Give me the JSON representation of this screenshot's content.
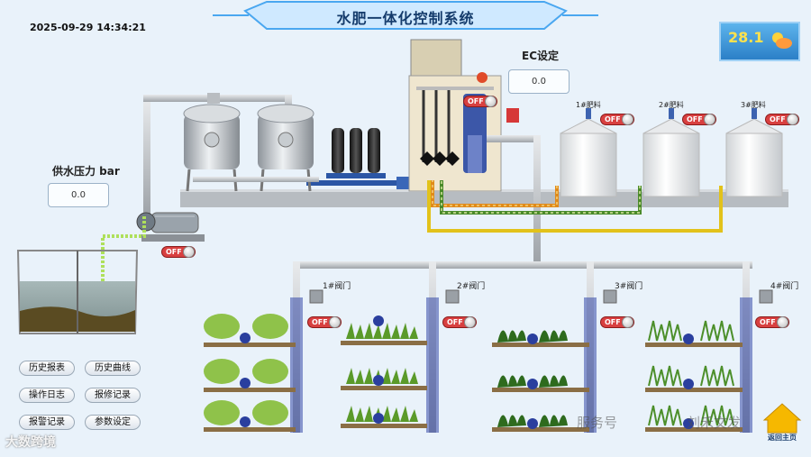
{
  "header": {
    "title": "水肥一体化控制系统",
    "datetime": "2025-09-29 14:34:21"
  },
  "weather": {
    "temperature": "28.1",
    "icon": "cloud-sun-icon"
  },
  "ec": {
    "label": "EC设定",
    "value": "0.0"
  },
  "pressure": {
    "label": "供水压力 bar",
    "value": "0.0"
  },
  "switches": {
    "state_text": "OFF",
    "main_pump": "OFF",
    "mixer": "OFF",
    "fert1": "OFF",
    "fert2": "OFF",
    "fert3": "OFF",
    "valve1": "OFF",
    "valve2": "OFF",
    "valve3": "OFF",
    "valve4": "OFF"
  },
  "fert_tanks": [
    "1#肥料",
    "2#肥料",
    "3#肥料"
  ],
  "valves": [
    "1#阀门",
    "2#阀门",
    "3#阀门",
    "4#阀门"
  ],
  "nav": {
    "history_report": "历史报表",
    "history_curve": "历史曲线",
    "operation_log": "操作日志",
    "repair_record": "报修记录",
    "alarm_record": "报警记录",
    "param_settings": "参数设定",
    "home": "返回主页"
  },
  "watermark": {
    "service_text": "服务号",
    "author_text": "刘禾文发",
    "logo_text": "大数跨境"
  },
  "colors": {
    "accent": "#2b8fd6",
    "off_red": "#d84040",
    "pipe_gray": "#c4c8cc",
    "pipe_yellow": "#e2c21a",
    "pipe_green": "#4a8a2a"
  }
}
